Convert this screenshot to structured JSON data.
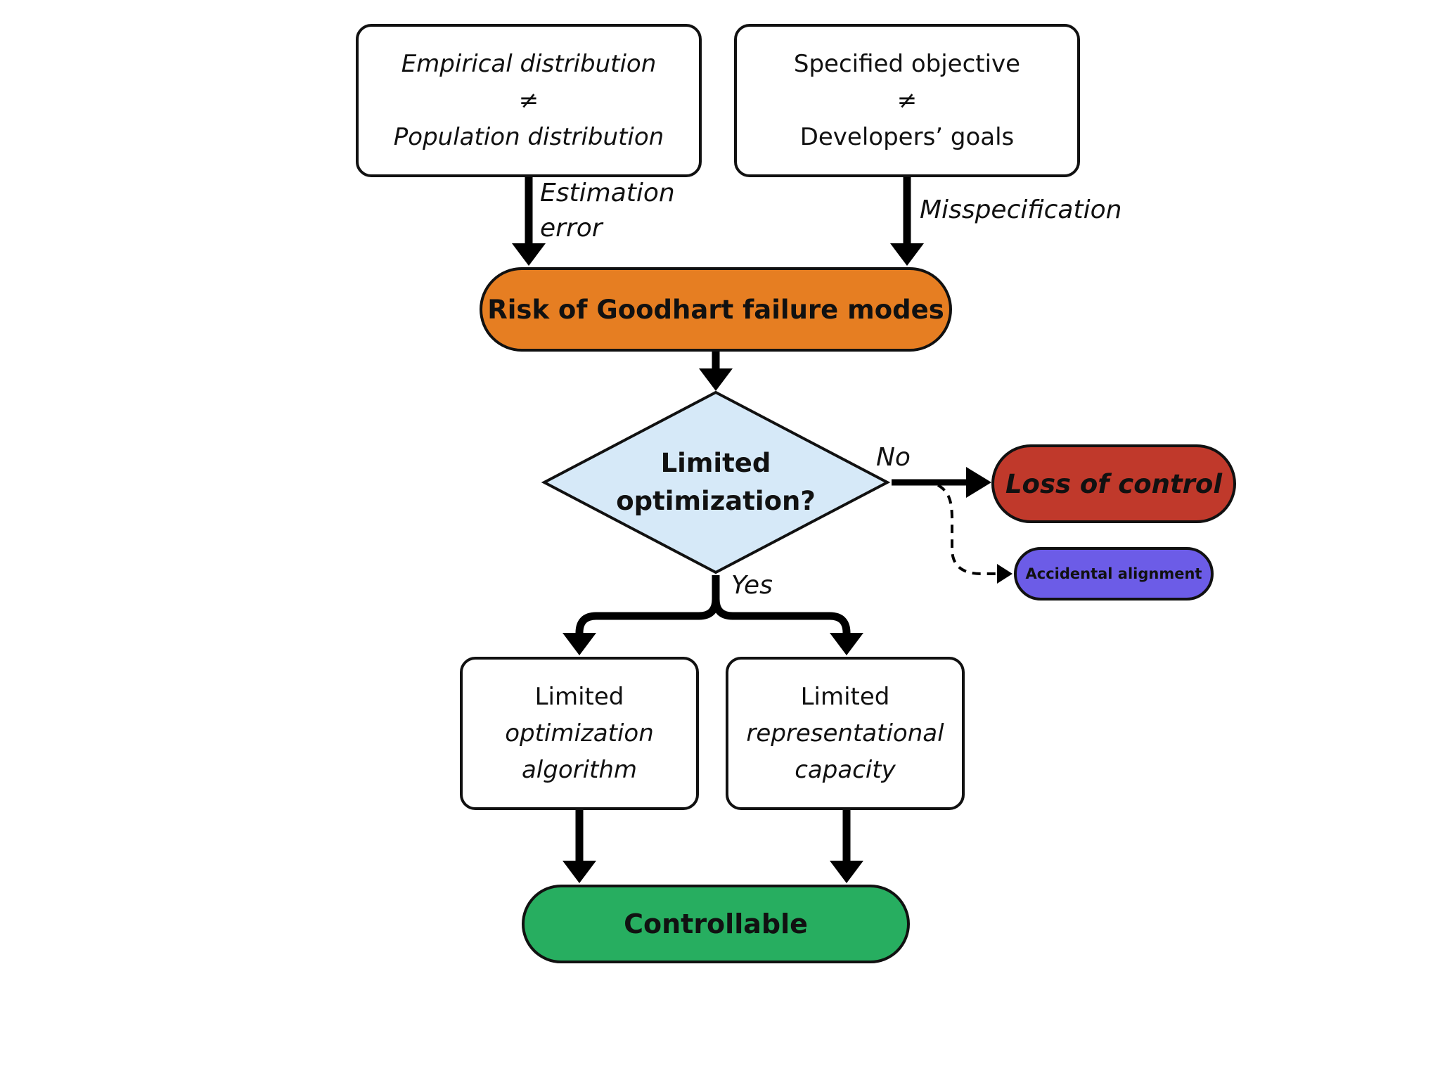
{
  "nodes": {
    "empirical": {
      "line1": "Empirical distribution",
      "line2": "≠",
      "line3": "Population distribution"
    },
    "specified": {
      "line1": "Specified objective",
      "line2": "≠",
      "line3": "Developers’ goals"
    },
    "risk": {
      "text": "Risk of Goodhart failure modes",
      "color": "#E67E22"
    },
    "decision": {
      "line1": "Limited",
      "line2": "optimization?",
      "color": "#D6E9F8"
    },
    "loss": {
      "text": "Loss of control",
      "color": "#C0392B"
    },
    "accidental": {
      "text": "Accidental alignment",
      "color": "#6C5CE7"
    },
    "algo": {
      "line1": "Limited",
      "line2": "optimization",
      "line3": "algorithm"
    },
    "capacity": {
      "line1": "Limited",
      "line2": "representational",
      "line3": "capacity"
    },
    "controllable": {
      "text": "Controllable",
      "color": "#27AE60"
    }
  },
  "edge_labels": {
    "estimation_1": "Estimation",
    "estimation_2": "error",
    "misspecification": "Misspecification",
    "no": "No",
    "yes": "Yes"
  }
}
